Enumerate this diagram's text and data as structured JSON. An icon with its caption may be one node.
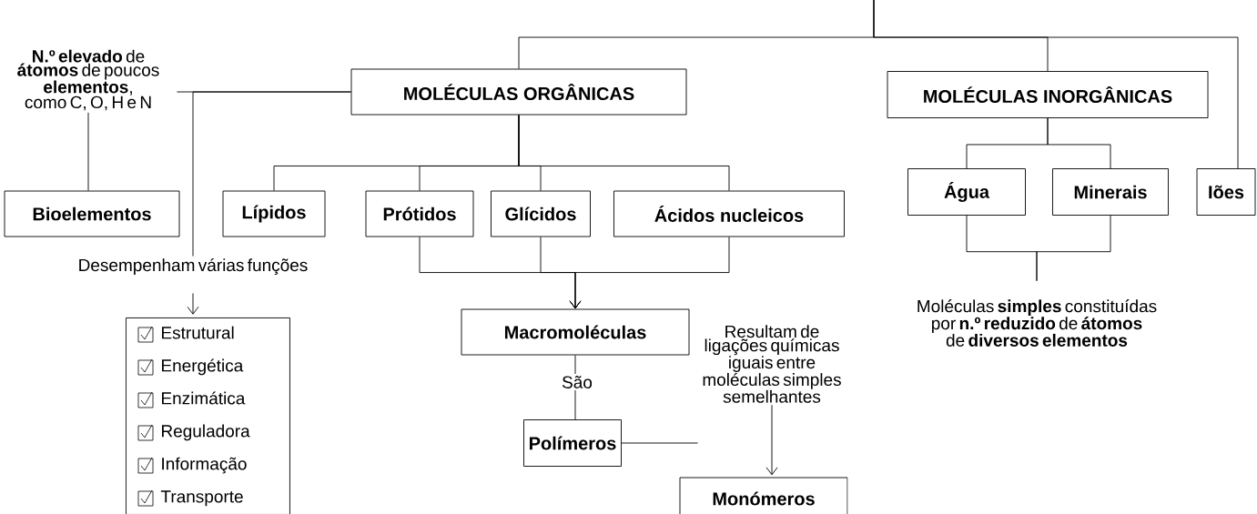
{
  "diagram": {
    "nodes": [
      {
        "text": [
          "**N.º elevado** de **átomos** de poucos **elementos**, como C, O, H e N"
        ]
      },
      {
        "text": [
          "Bioelementos"
        ]
      },
      {
        "text": [
          "MOLÉCULAS ORGÂNICAS"
        ]
      },
      {
        "text": [
          "MOLÉCULAS INORGÂNICAS"
        ]
      },
      {
        "text": [
          "Lípidos"
        ]
      },
      {
        "text": [
          "Prótidos"
        ]
      },
      {
        "text": [
          "Glícidos"
        ]
      },
      {
        "text": [
          "Ácidos nucleicos"
        ]
      },
      {
        "text": [
          "Água"
        ]
      },
      {
        "text": [
          "Minerais"
        ]
      },
      {
        "text": [
          "Iões"
        ]
      },
      {
        "text": [
          "Desempenham várias funções"
        ]
      },
      {
        "text": [
          "Estrutural",
          "Energética",
          "Enzimática",
          "Reguladora",
          "Informação",
          "Transporte"
        ]
      },
      {
        "text": [
          "Macromoléculas"
        ]
      },
      {
        "text": [
          "Polímeros"
        ]
      },
      {
        "text": [
          "Resultam de ligações químicas iguais entre moléculas simples semelhantes"
        ]
      },
      {
        "text": [
          "Monómeros"
        ]
      },
      {
        "text": [
          "Moléculas **simples** constituídas por **n.º reduzido** de **átomos** de **diversos elementos**"
        ]
      }
    ],
    "edges": [
      {
        "from": null,
        "to": 2,
        "arrow": "none"
      },
      {
        "from": null,
        "to": 3,
        "arrow": "none"
      },
      {
        "from": null,
        "to": 10,
        "arrow": "none"
      },
      {
        "from": 2,
        "to": 0,
        "arrow": "none"
      },
      {
        "from": 2,
        "to": 11,
        "arrow": "none"
      },
      {
        "from": 0,
        "to": 1,
        "arrow": "none"
      },
      {
        "from": 11,
        "to": 12,
        "arrow": "to"
      },
      {
        "from": 2,
        "to": 4,
        "arrow": "none"
      },
      {
        "from": 2,
        "to": 5,
        "arrow": "none"
      },
      {
        "from": 2,
        "to": 6,
        "arrow": "none"
      },
      {
        "from": 2,
        "to": 7,
        "arrow": "none"
      },
      {
        "from": 5,
        "to": 13,
        "arrow": "to"
      },
      {
        "from": 6,
        "to": 13,
        "arrow": "to"
      },
      {
        "from": 7,
        "to": 13,
        "arrow": "to"
      },
      {
        "from": 13,
        "to": 14,
        "label": "São",
        "arrow": "none"
      },
      {
        "from": 14,
        "to": 15,
        "arrow": "none"
      },
      {
        "from": 15,
        "to": 16,
        "arrow": "to"
      },
      {
        "from": 3,
        "to": 8,
        "arrow": "none"
      },
      {
        "from": 3,
        "to": 9,
        "arrow": "none"
      },
      {
        "from": 8,
        "to": 17,
        "arrow": "none"
      },
      {
        "from": 9,
        "to": 17,
        "arrow": "none"
      }
    ]
  }
}
